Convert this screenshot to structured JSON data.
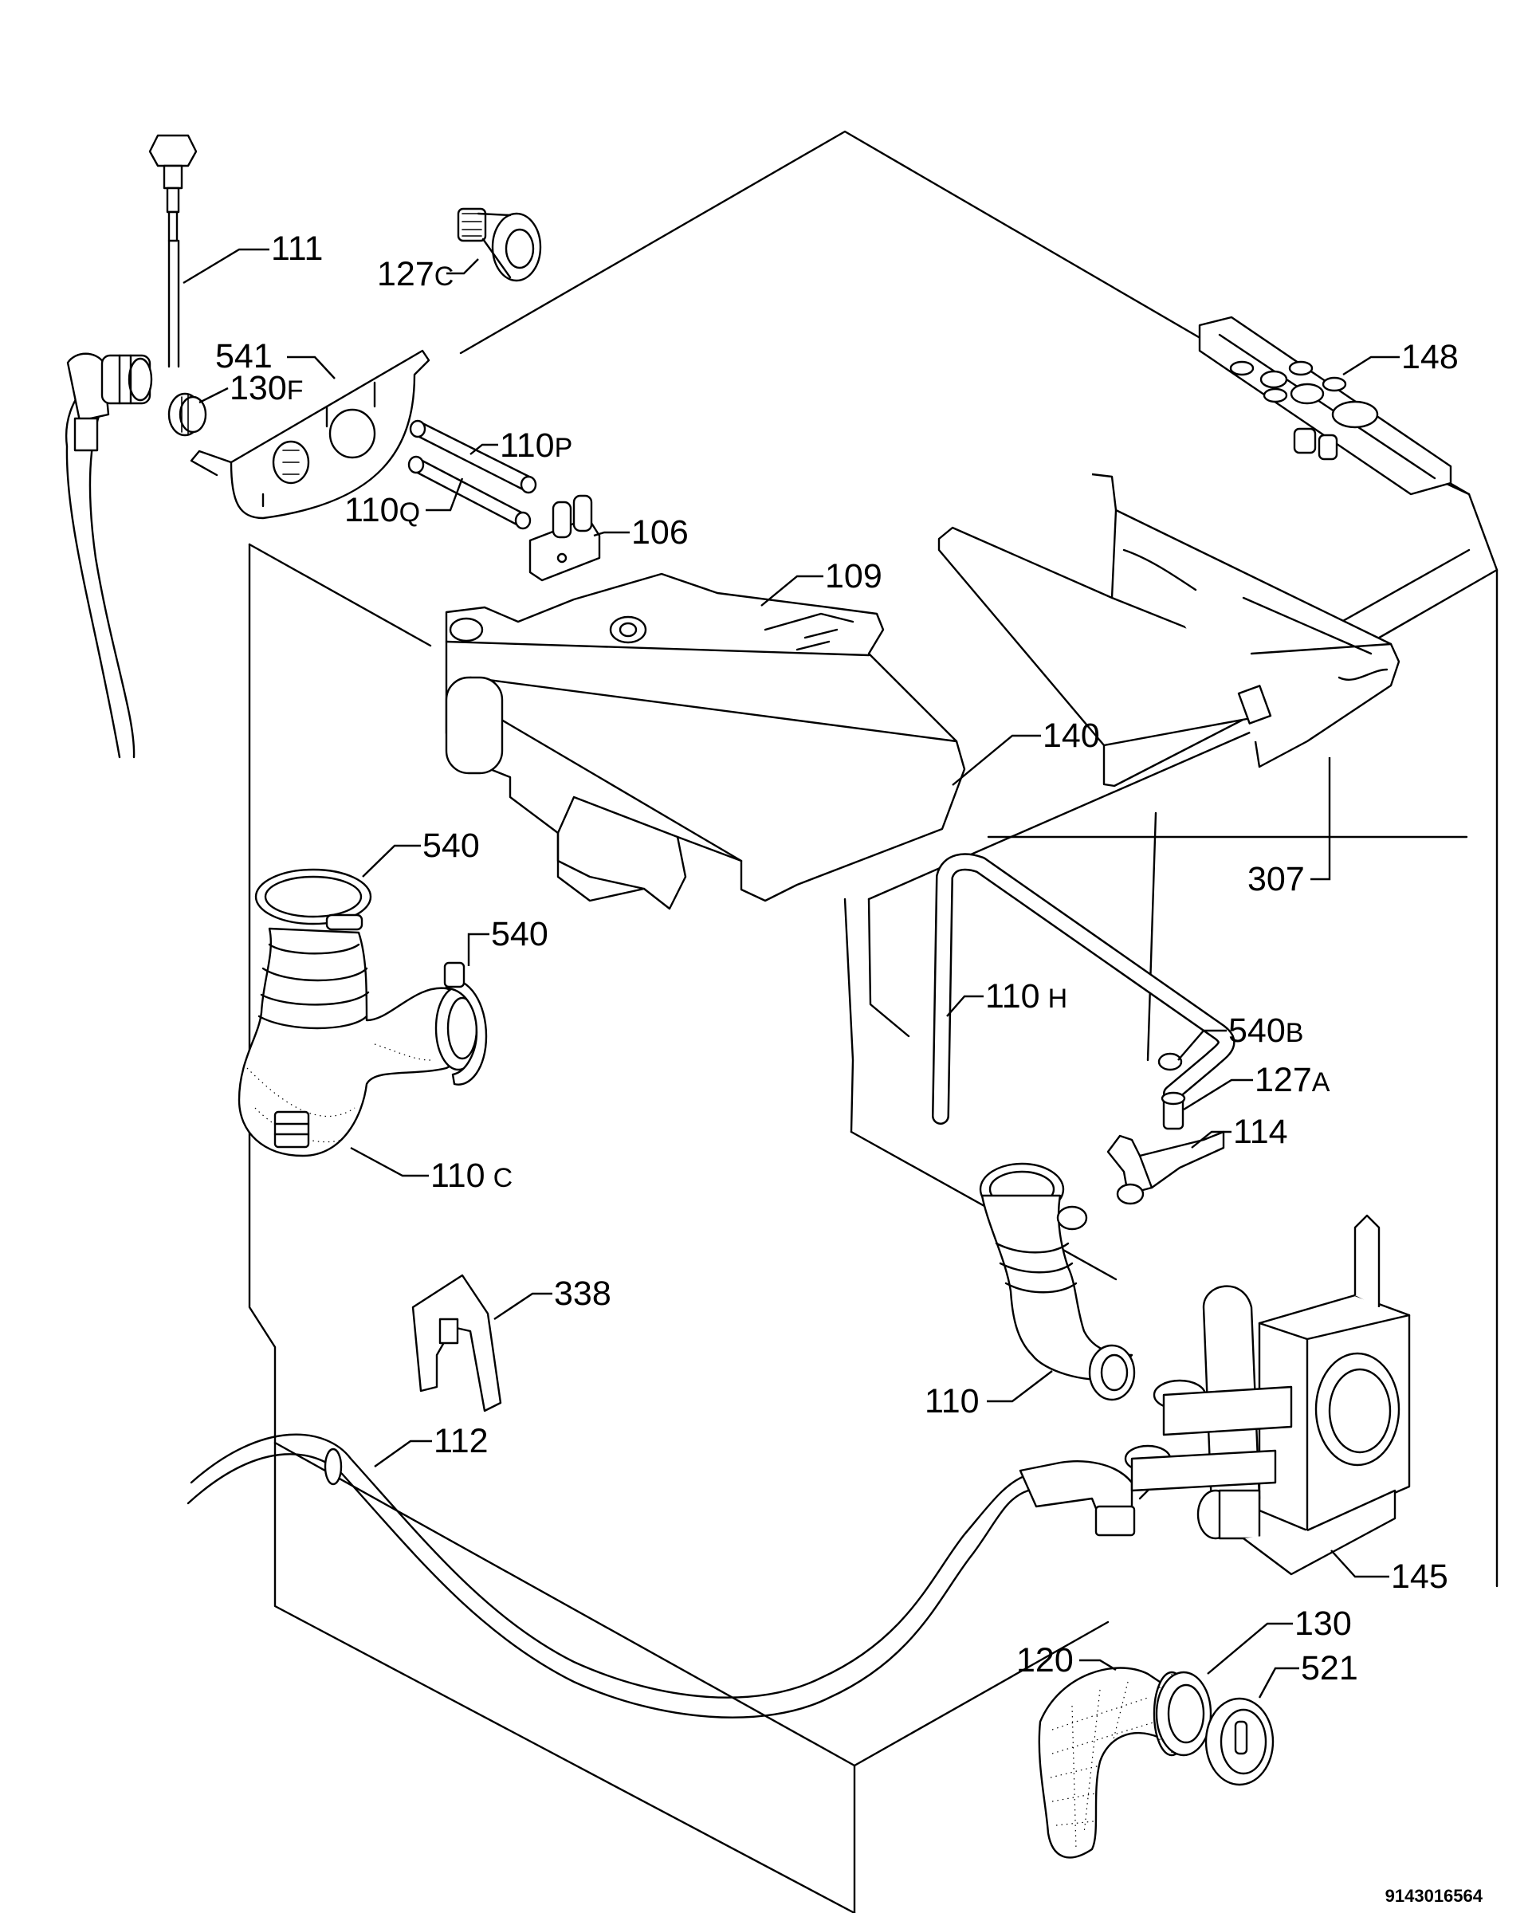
{
  "parts": [
    {
      "id": "p111",
      "number": "111",
      "suffix": ""
    },
    {
      "id": "p127c",
      "number": "127",
      "suffix": "C"
    },
    {
      "id": "p541",
      "number": "541",
      "suffix": ""
    },
    {
      "id": "p130f",
      "number": "130",
      "suffix": "F"
    },
    {
      "id": "p110p",
      "number": "110",
      "suffix": "P"
    },
    {
      "id": "p110q",
      "number": "110",
      "suffix": "Q"
    },
    {
      "id": "p106",
      "number": "106",
      "suffix": ""
    },
    {
      "id": "p109",
      "number": "109",
      "suffix": ""
    },
    {
      "id": "p148",
      "number": "148",
      "suffix": ""
    },
    {
      "id": "p140",
      "number": "140",
      "suffix": ""
    },
    {
      "id": "p307",
      "number": "307",
      "suffix": ""
    },
    {
      "id": "p540a",
      "number": "540",
      "suffix": ""
    },
    {
      "id": "p540b2",
      "number": "540",
      "suffix": ""
    },
    {
      "id": "p110h",
      "number": "110",
      "suffix": "H"
    },
    {
      "id": "p540b",
      "number": "540",
      "suffix": "B"
    },
    {
      "id": "p127a",
      "number": "127",
      "suffix": "A"
    },
    {
      "id": "p114",
      "number": "114",
      "suffix": ""
    },
    {
      "id": "p110c",
      "number": "110",
      "suffix": "C"
    },
    {
      "id": "p338",
      "number": "338",
      "suffix": ""
    },
    {
      "id": "p110",
      "number": "110",
      "suffix": ""
    },
    {
      "id": "p112",
      "number": "112",
      "suffix": ""
    },
    {
      "id": "p145",
      "number": "145",
      "suffix": ""
    },
    {
      "id": "p130",
      "number": "130",
      "suffix": ""
    },
    {
      "id": "p120",
      "number": "120",
      "suffix": ""
    },
    {
      "id": "p521",
      "number": "521",
      "suffix": ""
    }
  ],
  "document_number": "9143016564"
}
